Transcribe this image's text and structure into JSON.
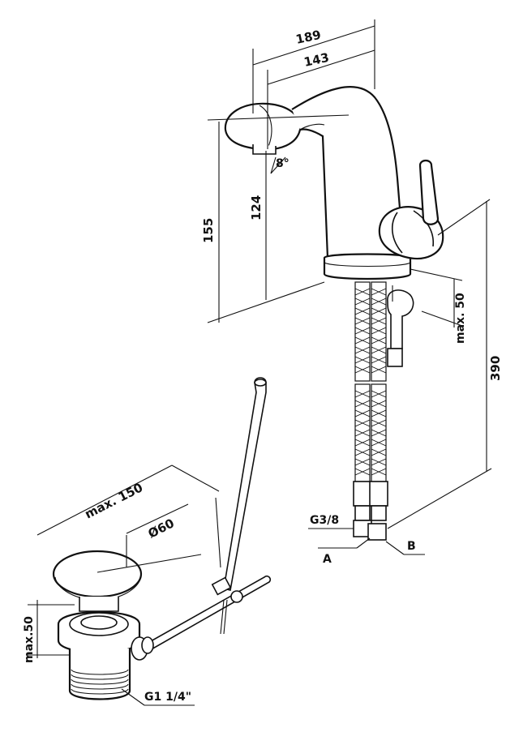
{
  "dimensions": {
    "outlet_reach": "189",
    "spout_length": "143",
    "spout_angle": "8°",
    "spout_height": "124",
    "total_height": "155",
    "inlet_length": "390",
    "hole_thickness": "max. 50",
    "thread_inlet": "G3/8",
    "inlet_a": "A",
    "inlet_b": "B",
    "waste_projection": "max. 150",
    "plug_diameter": "Ø60",
    "waste_thickness": "max.50",
    "waste_thread": "G1 1/4\""
  },
  "colors": {
    "line": "#111111",
    "background": "#ffffff"
  }
}
